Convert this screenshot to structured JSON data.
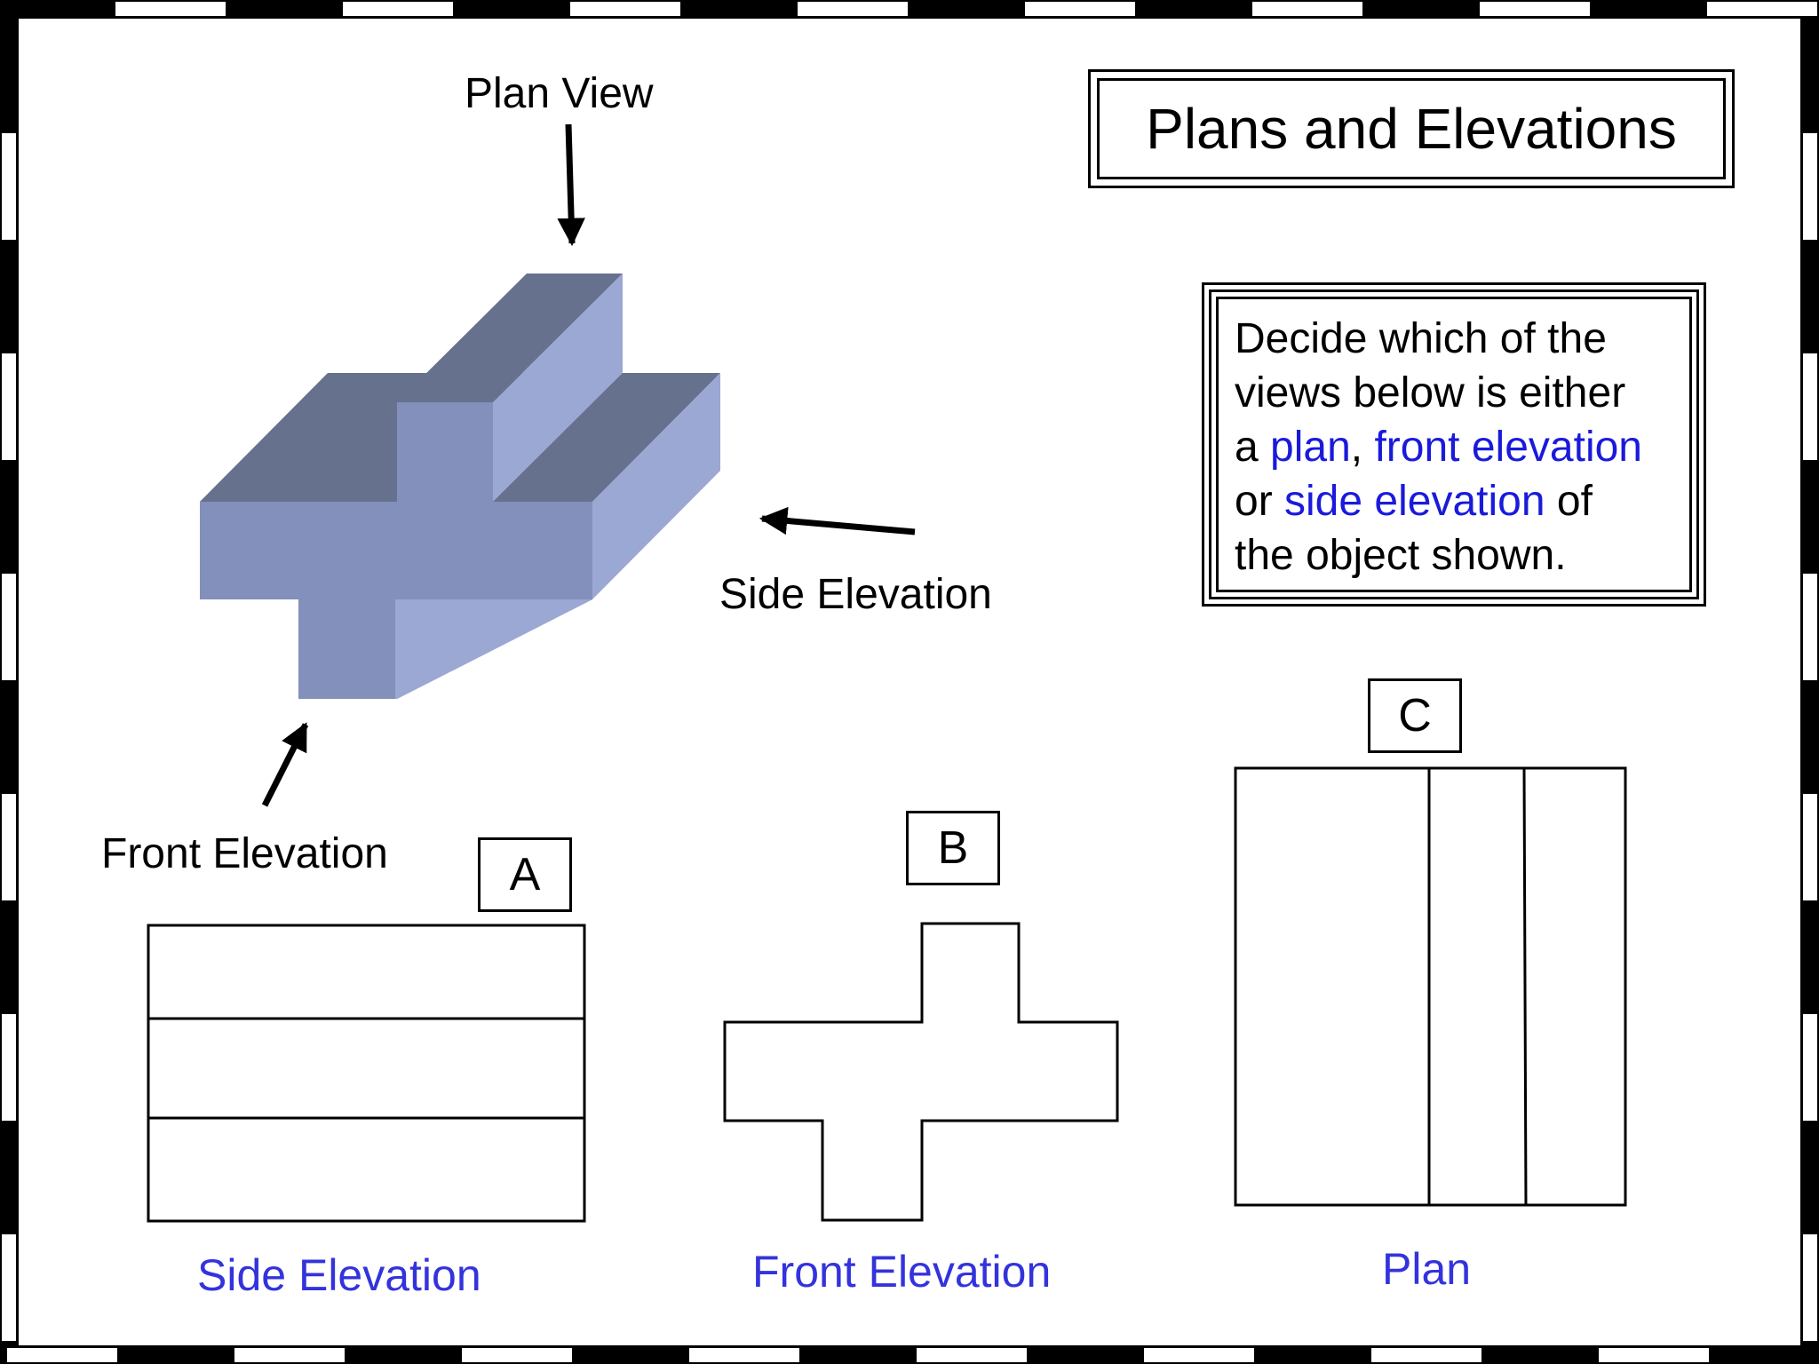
{
  "title": "Plans and Elevations",
  "instructions": {
    "text_1": "Decide which of the",
    "text_2": "views below is either",
    "text_3": "a ",
    "plan": "plan",
    "comma": ",",
    "front_elevation": "front elevation",
    "text_4": "or ",
    "side_elevation": "side elevation",
    "text_5": " of",
    "text_6": "the object shown."
  },
  "object_labels": {
    "plan_view": "Plan View",
    "side_elevation": "Side Elevation",
    "front_elevation": "Front Elevation"
  },
  "views": [
    {
      "letter": "A",
      "answer": "Side Elevation"
    },
    {
      "letter": "B",
      "answer": "Front Elevation"
    },
    {
      "letter": "C",
      "answer": "Plan"
    }
  ],
  "colors": {
    "answer_text": "#3333dd",
    "instruction_highlight": "#1a1adb",
    "object_top": "#66718e",
    "object_front": "#8290bb",
    "object_side": "#9ba8d4"
  }
}
